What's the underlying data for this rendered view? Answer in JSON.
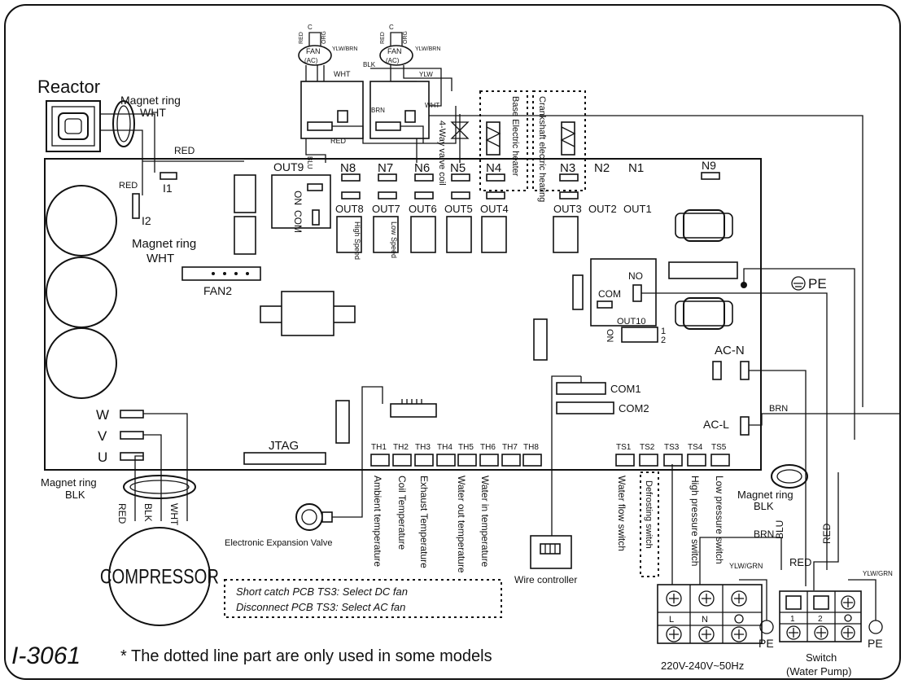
{
  "reactor": {
    "label": "Reactor"
  },
  "magnet_rings": {
    "top": {
      "l1": "Magnet ring",
      "l2": "WHT"
    },
    "mid": {
      "l1": "Magnet ring",
      "l2": "WHT"
    },
    "bottom": {
      "l1": "Magnet ring",
      "l2": "BLK"
    },
    "right": {
      "l1": "Magnet ring",
      "l2": "BLK"
    }
  },
  "wires": {
    "red": "RED",
    "wht": "WHT",
    "blk": "BLK",
    "blu": "BLU",
    "brn": "BRN",
    "ylw": "YLW",
    "ylwbrn": "YLW/BRN",
    "ylwgrn": "YLW/GRN",
    "ylwgrnb": "YLW/GRN",
    "org": "ORG",
    "c": "C"
  },
  "terminals": {
    "i1": "I1",
    "i2": "I2",
    "w": "W",
    "v": "V",
    "u": "U",
    "fan2": "FAN2",
    "jtag": "JTAG"
  },
  "fans": {
    "fan_a": "FAN",
    "fan_a_sub": "(AC)",
    "fan_b": "FAN",
    "fan_b_sub": "(AC)"
  },
  "relay": {
    "out9": "OUT9",
    "on": "ON",
    "com": "COM"
  },
  "n_terminals": [
    "N8",
    "N7",
    "N6",
    "N5",
    "N4",
    "N3",
    "N2",
    "N1",
    "N9"
  ],
  "outputs": [
    "OUT8",
    "OUT7",
    "OUT6",
    "OUT5",
    "OUT4",
    "OUT3",
    "OUT2",
    "OUT1"
  ],
  "speed": {
    "high": "High Speed",
    "low": "Low Speed"
  },
  "loads": {
    "valve": "4-Way valve coil",
    "base_heater": "Base Electric heater",
    "crank_heater": "Crankshaft electric heating"
  },
  "right_relay": {
    "no": "NO",
    "com": "COM",
    "out10": "OUT10",
    "on": "ON",
    "one": "1",
    "two": "2",
    "pe": "PE"
  },
  "ac": {
    "n": "AC-N",
    "l": "AC-L"
  },
  "comms": {
    "com1": "COM1",
    "com2": "COM2"
  },
  "th": [
    "TH1",
    "TH2",
    "TH3",
    "TH4",
    "TH5",
    "TH6",
    "TH7",
    "TH8"
  ],
  "ts": [
    "TS1",
    "TS2",
    "TS3",
    "TS4",
    "TS5"
  ],
  "sensors": [
    "Ambient temperature",
    "Coil Temperature",
    "Exhaust Temperature",
    "Water out temperature",
    "Water in temperature"
  ],
  "switches": [
    "Water flow switch",
    "Defrosting switch",
    "High pressure switch",
    "Low pressure switch"
  ],
  "eev": "Electronic Expansion Valve",
  "wire_controller": "Wire controller",
  "compressor": "COMPRESSOR",
  "note": {
    "line1": "Short catch PCB  TS3: Select DC fan",
    "line2": "Disconnect PCB  TS3: Select  AC fan"
  },
  "power_block": {
    "l": "L",
    "n": "N",
    "pe": "PE",
    "voltage": "220V-240V~50Hz"
  },
  "pump_block": {
    "one": "1",
    "two": "2",
    "pe": "PE",
    "label1": "Switch",
    "label2": "(Water Pump)"
  },
  "footer": {
    "model": "I-3061",
    "note": "* The dotted line part are only used in some models"
  }
}
